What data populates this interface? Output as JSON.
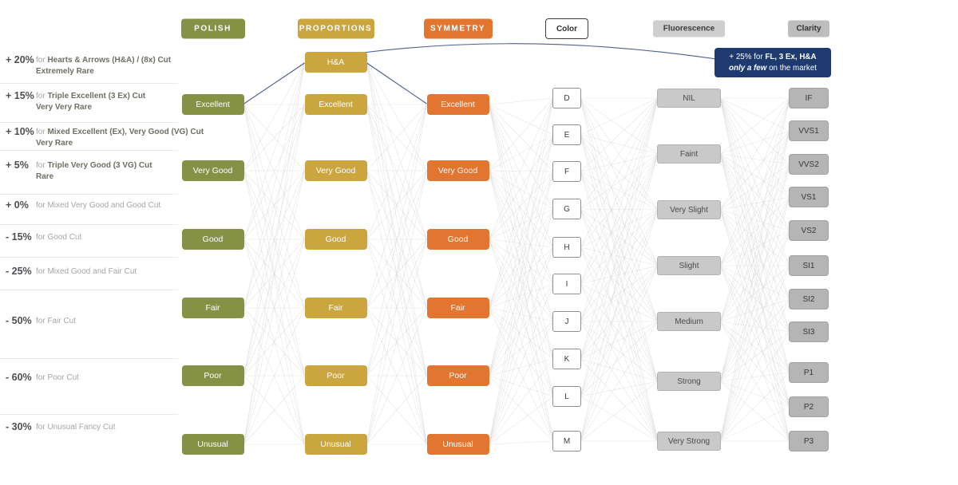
{
  "left_panel": {
    "rows": [
      {
        "pct": "+ 20%",
        "lead": "for ",
        "main": "Hearts & Arrows (H&A) / (8x) Cut",
        "bold": true,
        "note": "Extremely Rare"
      },
      {
        "pct": "+ 15%",
        "lead": "for ",
        "main": "Triple Excellent (3 Ex) Cut",
        "bold": true,
        "note": "Very Very Rare"
      },
      {
        "pct": "+ 10%",
        "lead": "for ",
        "main": "Mixed Excellent (Ex), Very Good (VG) Cut",
        "bold": true,
        "note": "Very Rare"
      },
      {
        "pct": "+ 5%",
        "lead": "for ",
        "main": "Triple Very Good (3 VG) Cut",
        "bold": true,
        "note": "Rare"
      },
      {
        "pct": "+ 0%",
        "lead": "for ",
        "main": "Mixed Very Good and Good Cut",
        "bold": false,
        "note": ""
      },
      {
        "pct": "- 15%",
        "lead": "for ",
        "main": "Good Cut",
        "bold": false,
        "note": ""
      },
      {
        "pct": "- 25%",
        "lead": "for ",
        "main": "Mixed Good and Fair Cut",
        "bold": false,
        "note": ""
      },
      {
        "pct": "- 50%",
        "lead": "for ",
        "main": "Fair Cut",
        "bold": false,
        "note": ""
      },
      {
        "pct": "- 60%",
        "lead": "for ",
        "main": "Poor Cut",
        "bold": false,
        "note": ""
      },
      {
        "pct": "- 30%",
        "lead": "for ",
        "main": "Unusual Fancy Cut",
        "bold": false,
        "note": ""
      }
    ]
  },
  "columns": [
    {
      "id": "polish",
      "header": "POLISH",
      "items": [
        "Excellent",
        "Very Good",
        "Good",
        "Fair",
        "Poor",
        "Unusual"
      ]
    },
    {
      "id": "proportions",
      "header": "PROPORTIONS",
      "items": [
        "H&A",
        "Excellent",
        "Very Good",
        "Good",
        "Fair",
        "Poor",
        "Unusual"
      ]
    },
    {
      "id": "symmetry",
      "header": "SYMMETRY",
      "items": [
        "Excellent",
        "Very Good",
        "Good",
        "Fair",
        "Poor",
        "Unusual"
      ]
    },
    {
      "id": "color",
      "header": "Color",
      "items": [
        "D",
        "E",
        "F",
        "G",
        "H",
        "I",
        "J",
        "K",
        "L",
        "M"
      ]
    },
    {
      "id": "fluorescence",
      "header": "Fluorescence",
      "items": [
        "NIL",
        "Faint",
        "Very Slight",
        "Slight",
        "Medium",
        "Strong",
        "Very Strong"
      ]
    },
    {
      "id": "clarity",
      "header": "Clarity",
      "items": [
        "IF",
        "VVS1",
        "VVS2",
        "VS1",
        "VS2",
        "SI1",
        "SI2",
        "SI3",
        "P1",
        "P2",
        "P3"
      ]
    }
  ],
  "badge": {
    "line1_prefix": "+ 25% for ",
    "line1_bold": "FL, 3 Ex, H&A",
    "line2_bold": "only a few",
    "line2_suffix": " on the market"
  },
  "colors": {
    "polish": "#859145",
    "proportions": "#cba53d",
    "symmetry": "#e2752f",
    "navy": "#1f3a6e",
    "wire": "#d7d7d7",
    "highlight": "#4c5f91"
  }
}
